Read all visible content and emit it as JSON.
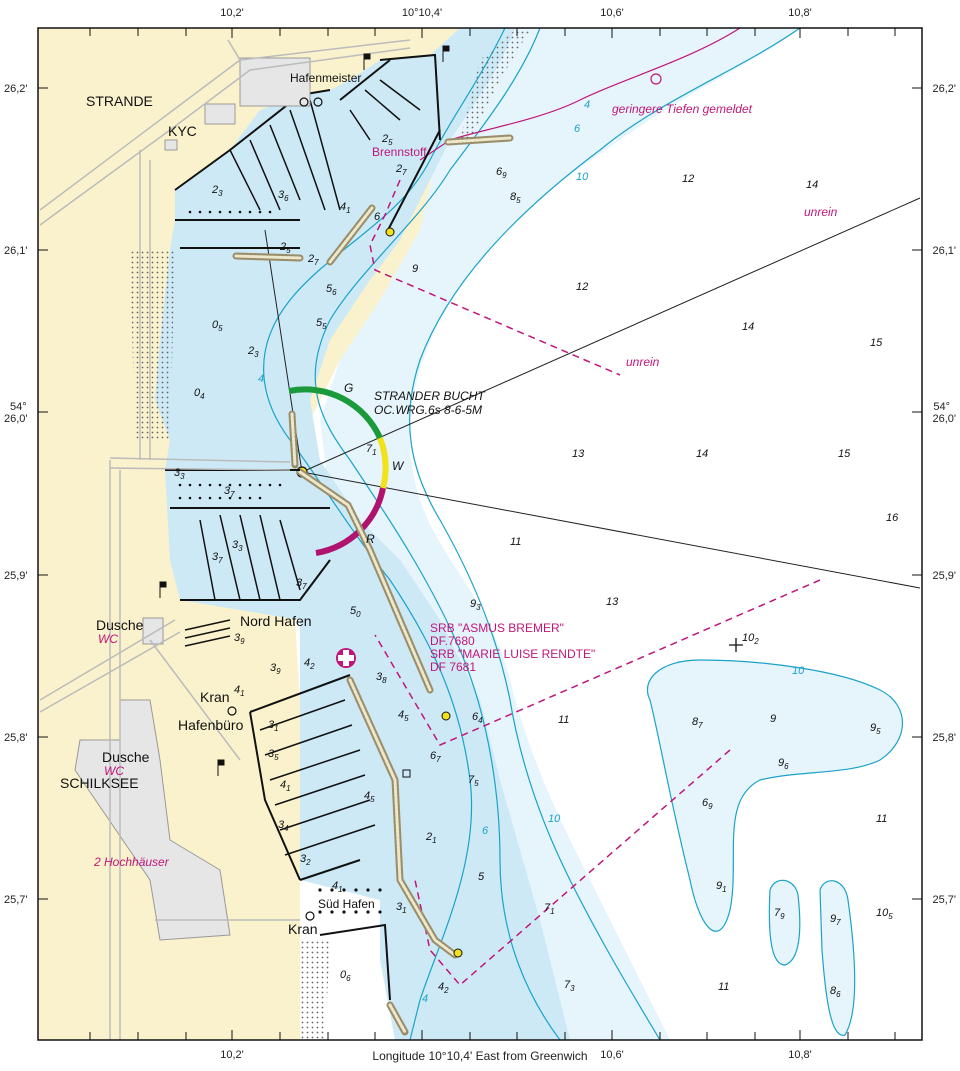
{
  "axes": {
    "top_ticks": [
      "10,2'",
      "10°10,4'",
      "10,6'",
      "10,8'"
    ],
    "bottom_ticks": [
      "10,2'",
      "10,6'",
      "10,8'"
    ],
    "left_ticks": [
      "26,2'",
      "26,1'",
      "54°",
      "26,0'",
      "25,9'",
      "25,8'",
      "25,7'"
    ],
    "right_ticks": [
      "26,2'",
      "26,1'",
      "54°",
      "26,0'",
      "25,9'",
      "25,8'",
      "25,7'"
    ],
    "footer": "Longitude 10°10,4' East from Greenwich"
  },
  "places": {
    "strande": "STRANDE",
    "kyc": "KYC",
    "schilksee": "SCHILKSEE",
    "hafenmeister": "Hafenmeister",
    "brennstoff": "Brennstoff",
    "nord_hafen": "Nord Hafen",
    "sued_hafen": "Süd Hafen",
    "kran1": "Kran",
    "kran2": "Kran",
    "hafenbuero": "Hafenbüro",
    "dusche1": "Dusche",
    "wc1": "WC",
    "dusche2": "Dusche",
    "wc2": "WC",
    "hochhaeuser": "2 Hochhäuser"
  },
  "notes": {
    "geringere": "geringere Tiefen gemeldet",
    "unrein1": "unrein",
    "unrein2": "unrein",
    "srb1": "SRB \"ASMUS BREMER\"",
    "df1": "DF.7680",
    "srb2": "SRB \"MARIE LUISE RENDTE\"",
    "df2": "DF 7681"
  },
  "light": {
    "name": "STRANDER BUCHT",
    "char": "OC.WRG.6s 8-6-5M",
    "sector_g": "G",
    "sector_w": "W",
    "sector_r": "R"
  },
  "contours": {
    "c4a": "4",
    "c6a": "6",
    "c10a": "10",
    "c4b": "4",
    "c10b": "10",
    "c6b": "6",
    "c10c": "10",
    "c4c": "4"
  },
  "soundings": [
    {
      "v": "2",
      "s": "5"
    },
    {
      "v": "2",
      "s": "7"
    },
    {
      "v": "6",
      "s": "9"
    },
    {
      "v": "8",
      "s": "5"
    },
    {
      "v": "12",
      "s": ""
    },
    {
      "v": "14",
      "s": ""
    },
    {
      "v": "2",
      "s": "3"
    },
    {
      "v": "3",
      "s": "6"
    },
    {
      "v": "4",
      "s": "1"
    },
    {
      "v": "6",
      "s": ""
    },
    {
      "v": "2",
      "s": "5"
    },
    {
      "v": "2",
      "s": "7"
    },
    {
      "v": "9",
      "s": ""
    },
    {
      "v": "12",
      "s": ""
    },
    {
      "v": "5",
      "s": "6"
    },
    {
      "v": "5",
      "s": "5"
    },
    {
      "v": "0",
      "s": "5"
    },
    {
      "v": "2",
      "s": "3"
    },
    {
      "v": "14",
      "s": ""
    },
    {
      "v": "15",
      "s": ""
    },
    {
      "v": "0",
      "s": "4"
    },
    {
      "v": "7",
      "s": "1"
    },
    {
      "v": "13",
      "s": ""
    },
    {
      "v": "14",
      "s": ""
    },
    {
      "v": "15",
      "s": ""
    },
    {
      "v": "3",
      "s": "3"
    },
    {
      "v": "3",
      "s": "7"
    },
    {
      "v": "16",
      "s": ""
    },
    {
      "v": "11",
      "s": ""
    },
    {
      "v": "3",
      "s": "3"
    },
    {
      "v": "3",
      "s": "7"
    },
    {
      "v": "3",
      "s": "7"
    },
    {
      "v": "9",
      "s": "3"
    },
    {
      "v": "13",
      "s": ""
    },
    {
      "v": "5",
      "s": "0"
    },
    {
      "v": "3",
      "s": "9"
    },
    {
      "v": "10",
      "s": "2"
    },
    {
      "v": "3",
      "s": "9"
    },
    {
      "v": "4",
      "s": "2"
    },
    {
      "v": "3",
      "s": "8"
    },
    {
      "v": "4",
      "s": "1"
    },
    {
      "v": "4",
      "s": "5"
    },
    {
      "v": "6",
      "s": "4"
    },
    {
      "v": "11",
      "s": ""
    },
    {
      "v": "8",
      "s": "7"
    },
    {
      "v": "9",
      "s": ""
    },
    {
      "v": "9",
      "s": "5"
    },
    {
      "v": "3",
      "s": "1"
    },
    {
      "v": "3",
      "s": "5"
    },
    {
      "v": "6",
      "s": "7"
    },
    {
      "v": "9",
      "s": "6"
    },
    {
      "v": "4",
      "s": "1"
    },
    {
      "v": "7",
      "s": "5"
    },
    {
      "v": "4",
      "s": "5"
    },
    {
      "v": "6",
      "s": "9"
    },
    {
      "v": "3",
      "s": "4"
    },
    {
      "v": "11",
      "s": ""
    },
    {
      "v": "2",
      "s": "1"
    },
    {
      "v": "3",
      "s": "2"
    },
    {
      "v": "5",
      "s": ""
    },
    {
      "v": "4",
      "s": "1"
    },
    {
      "v": "9",
      "s": "1"
    },
    {
      "v": "3",
      "s": "1"
    },
    {
      "v": "7",
      "s": "1"
    },
    {
      "v": "7",
      "s": "9"
    },
    {
      "v": "9",
      "s": "7"
    },
    {
      "v": "10",
      "s": "5"
    },
    {
      "v": "0",
      "s": "6"
    },
    {
      "v": "11",
      "s": ""
    },
    {
      "v": "4",
      "s": "2"
    },
    {
      "v": "7",
      "s": "3"
    },
    {
      "v": "8",
      "s": "6"
    }
  ],
  "colors": {
    "land": "#faf2cc",
    "deep_water": "#ffffff",
    "mid_water": "#e6f4fb",
    "shallow_water": "#cde9f6",
    "contour": "#1aa3c9",
    "magenta": "#c0167a",
    "sector_green": "#1a9a3a",
    "sector_white": "#f2e21a",
    "sector_red": "#b0136e"
  }
}
